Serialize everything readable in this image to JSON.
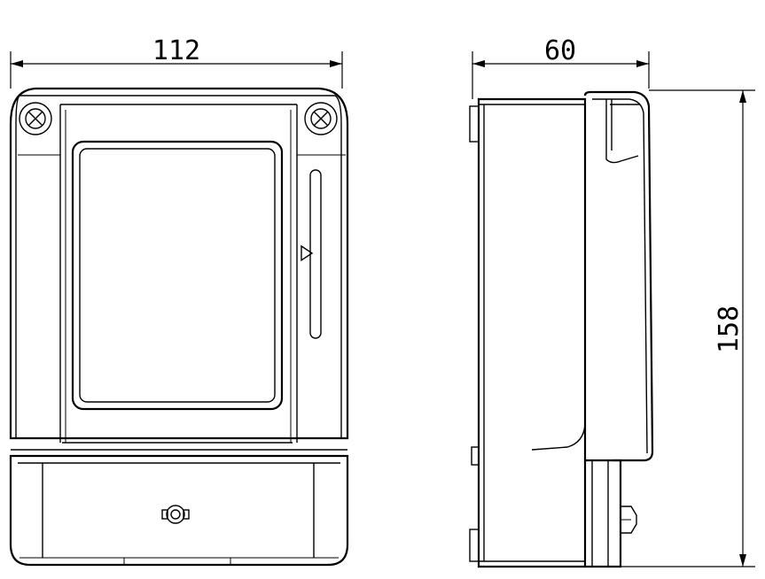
{
  "dimensions": {
    "width": "112",
    "depth": "60",
    "height": "158"
  }
}
